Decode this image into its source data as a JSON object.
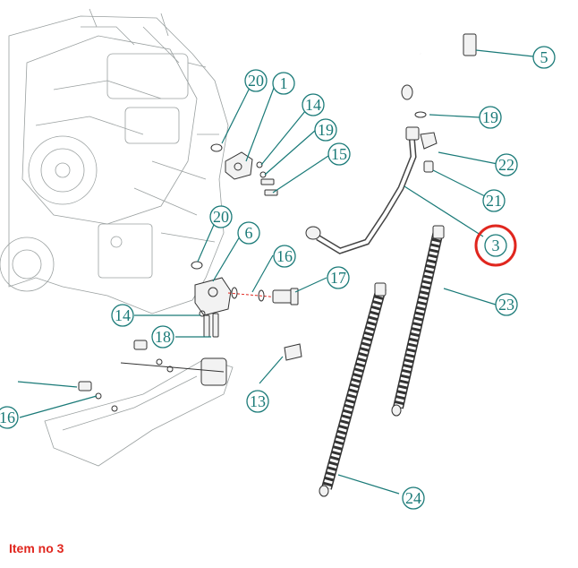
{
  "callouts": [
    {
      "id": "1",
      "label": "1"
    },
    {
      "id": "3",
      "label": "3",
      "highlighted": true
    },
    {
      "id": "5",
      "label": "5"
    },
    {
      "id": "6",
      "label": "6"
    },
    {
      "id": "13",
      "label": "13"
    },
    {
      "id": "14a",
      "label": "14"
    },
    {
      "id": "14b",
      "label": "14"
    },
    {
      "id": "15",
      "label": "15"
    },
    {
      "id": "16a",
      "label": "16"
    },
    {
      "id": "16b",
      "label": "16"
    },
    {
      "id": "17",
      "label": "17"
    },
    {
      "id": "18",
      "label": "18"
    },
    {
      "id": "19a",
      "label": "19"
    },
    {
      "id": "19b",
      "label": "19"
    },
    {
      "id": "20a",
      "label": "20"
    },
    {
      "id": "20b",
      "label": "20"
    },
    {
      "id": "21",
      "label": "21"
    },
    {
      "id": "22",
      "label": "22"
    },
    {
      "id": "23",
      "label": "23"
    },
    {
      "id": "24",
      "label": "24"
    }
  ],
  "highlight_color": "#e0261e",
  "callout_color": "#1a7a78",
  "item_label": "Item no 3"
}
